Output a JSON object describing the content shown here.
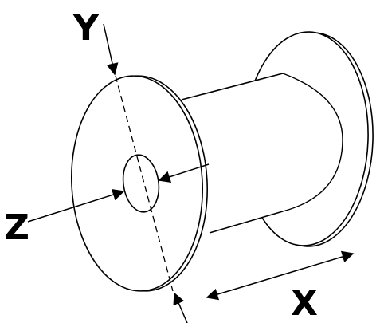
{
  "diagram": {
    "labels": {
      "y": "Y",
      "z": "Z",
      "x": "X"
    },
    "colors": {
      "stroke": "#000000",
      "background": "#ffffff"
    }
  }
}
